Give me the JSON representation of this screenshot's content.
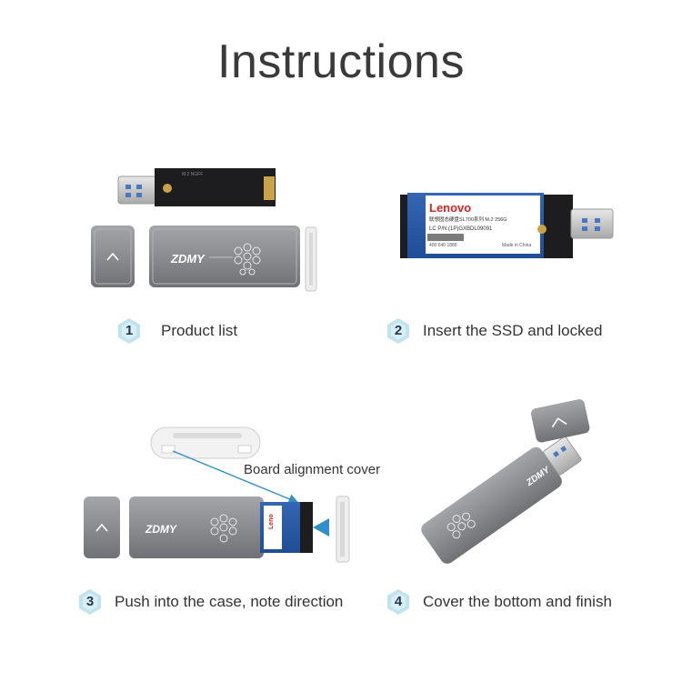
{
  "title": "Instructions",
  "steps": [
    {
      "number": "1",
      "label": "Product list"
    },
    {
      "number": "2",
      "label": "Insert the SSD and locked"
    },
    {
      "number": "3",
      "label": "Push into the case, note direction"
    },
    {
      "number": "4",
      "label": "Cover the bottom and finish"
    }
  ],
  "annotation": "Board alignment cover",
  "brand_logo": "ZDMY",
  "ssd_label": {
    "brand": "Lenovo",
    "line1": "联想固态硬盘SL700系列 M.2 256G",
    "line2": "LC P/N:(1P)GXBDL09091",
    "line3": "400 640 1886",
    "line4": "Made in China"
  },
  "colors": {
    "case": "#8a8c90",
    "badge": "#bfe3ef",
    "arrow": "#2f8fc9",
    "pcb_blue": "#2a5aa6"
  }
}
